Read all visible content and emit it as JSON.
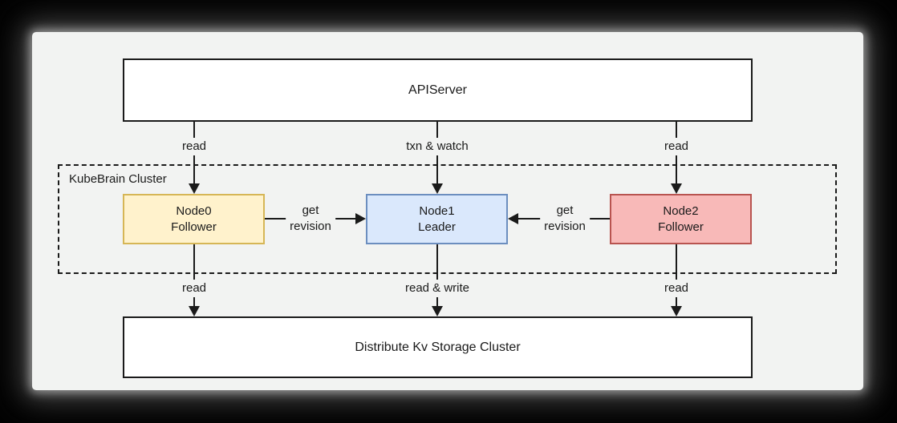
{
  "colors": {
    "page_bg": "#000000",
    "panel_bg": "#F2F3F2",
    "box_fill": "#FFFFFF",
    "line_color": "#1A1A1A",
    "node0_fill": "#FFF2CC",
    "node0_border": "#D6B656",
    "node1_fill": "#DAE8FC",
    "node1_border": "#6C8EBF",
    "node2_fill": "#F8B9B8",
    "node2_border": "#B85450"
  },
  "diagram": {
    "apiserver_label": "APIServer",
    "cluster_label": "KubeBrain Cluster",
    "storage_label": "Distribute Kv Storage Cluster",
    "nodes": [
      {
        "name": "Node0",
        "role": "Follower"
      },
      {
        "name": "Node1",
        "role": "Leader"
      },
      {
        "name": "Node2",
        "role": "Follower"
      }
    ],
    "edges": {
      "api_to_node0": "read",
      "api_to_node1": "txn & watch",
      "api_to_node2": "read",
      "node0_to_leader_line1": "get",
      "node0_to_leader_line2": "revision",
      "node2_to_leader_line1": "get",
      "node2_to_leader_line2": "revision",
      "node0_to_storage": "read",
      "node1_to_storage": "read & write",
      "node2_to_storage": "read"
    }
  }
}
